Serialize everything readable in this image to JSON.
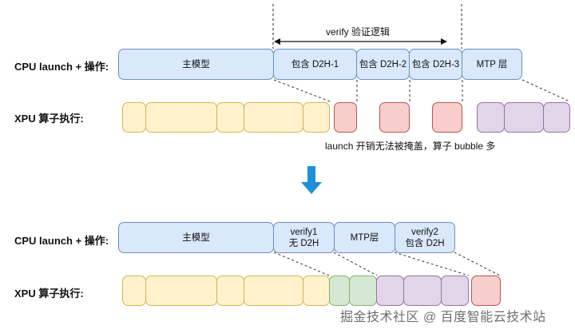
{
  "before": {
    "cpu_label": "CPU launch + 操作:",
    "xpu_label": "XPU 算子执行:",
    "verify_span_label": "verify 验证逻辑",
    "cpu_blocks": [
      "主模型",
      "包含 D2H-1",
      "包含 D2H-2",
      "包含 D2H-3",
      "MTP 层"
    ],
    "xpu_note": "launch 开销无法被掩盖，算子 bubble 多"
  },
  "after": {
    "cpu_label": "CPU launch + 操作:",
    "xpu_label": "XPU 算子执行:",
    "cpu_blocks": [
      {
        "line1": "主模型",
        "line2": ""
      },
      {
        "line1": "verify1",
        "line2": "无 D2H"
      },
      {
        "line1": "MTP层",
        "line2": ""
      },
      {
        "line1": "verify2",
        "line2": "包含 D2H"
      }
    ]
  },
  "transition_arrow": "arrow-down",
  "watermark": "掘金技术社区 @ 百度智能云技术站",
  "colors": {
    "cpu_fill": "#dae8fc",
    "yellow_fill": "#fff2cc",
    "red_fill": "#f8cecc",
    "purple_fill": "#e1d5e7",
    "green_fill": "#d5e8d4",
    "arrow": "#1e90d8"
  }
}
